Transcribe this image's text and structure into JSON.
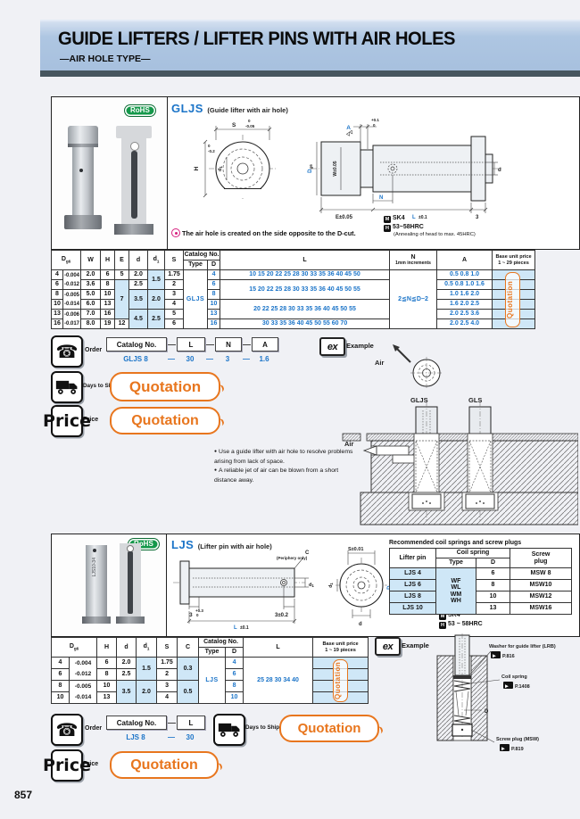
{
  "page": {
    "number": "857"
  },
  "header": {
    "title": "GUIDE LIFTERS / LIFTER PINS WITH AIR HOLES",
    "subtitle": "—AIR HOLE TYPE—"
  },
  "labels": {
    "rohs": "RoHS",
    "order": "Order",
    "days_to_ship": "Days to Ship",
    "price": "Price",
    "quotation": "Quotation",
    "example": "Example",
    "ex": "ex",
    "dash": "—",
    "air": "Air",
    "g6": "g6",
    "sub1": "1",
    "phone_icon": "☎"
  },
  "gljs": {
    "code": "GLJS",
    "desc": "(Guide lifter with air hole)",
    "mat_badge": "M",
    "material": "SK4",
    "hard_badge": "H",
    "hardness": "53~58HRC",
    "hardness_note": "(Annealing of head to max. 45HRC)",
    "note": "The air hole is created on the side opposite to the D-cut.",
    "dims": {
      "S": "S",
      "S_tol_top": "0",
      "S_tol_bot": "-0.05",
      "H": "H",
      "H_tol_top": "0",
      "H_tol_bot": "-0.2",
      "d1": "d",
      "D": "D",
      "W": "W±0.05",
      "A": "A",
      "A_tol_top": "+0.1",
      "A_tol_bot": "0",
      "E": "E±0.05",
      "N": "N",
      "L": "L",
      "L_tol": "±0.1",
      "three": "3",
      "d": "d",
      "finish": "▽▽"
    },
    "order": {
      "f": [
        "Catalog No.",
        "L",
        "N",
        "A"
      ],
      "e": [
        "GLJS 8",
        "30",
        "3",
        "1.6"
      ]
    },
    "notes": [
      "Use a guide lifter with air hole to resolve problems arising from lack of space.",
      "A reliable jet of air can be blown from a short distance away."
    ],
    "example": {
      "pin1": "GLJS",
      "pin2": "GLS",
      "air": "Air"
    },
    "table": {
      "h": {
        "D": "D",
        "W": "W",
        "H": "H",
        "E": "E",
        "d": "d",
        "d1": "d",
        "S": "S",
        "catalog": "Catalog No.",
        "type": "Type",
        "Dcol": "D",
        "L": "L",
        "N": "N",
        "Nsub": "1mm increments",
        "A": "A",
        "price1": "Base unit price",
        "price2": "1 ~ 29 pieces"
      },
      "type": "GLJS",
      "n": "2≦N≦D−2",
      "sizes": [
        "4",
        "6",
        "8",
        "10",
        "13",
        "16"
      ],
      "tols": [
        "-0.004",
        "-0.012",
        "-0.005",
        "-0.014",
        "-0.006",
        "-0.017"
      ],
      "W": [
        "2.0",
        "3.6",
        "5.0",
        "6.0",
        "7.0",
        "8.0"
      ],
      "Hv": [
        "6",
        "8",
        "10",
        "13",
        "16",
        "19"
      ],
      "E": [
        "5",
        "7",
        "12"
      ],
      "dv": [
        "2.0",
        "2.5",
        "3.5",
        "4.5"
      ],
      "d1v": [
        "1.5",
        "2.0",
        "2.5"
      ],
      "Sv": [
        "1.75",
        "2",
        "3",
        "4",
        "5",
        "6"
      ],
      "Dv": [
        "4",
        "6",
        "8",
        "10",
        "13",
        "16"
      ],
      "L": [
        "10 15 20 22 25 28 30 33 35 36 40 45 50",
        "15 20 22 25 28 30 33 35 36 40 45 50 55",
        "20 22 25 28 30 33 35 36 40 45 50 55",
        "30 33 35 36 40 45 50 55 60 70"
      ],
      "A": [
        "0.5  0.8  1.0",
        "0.5 0.8 1.0 1.6",
        "1.0  1.6  2.0",
        "1.6  2.0  2.5",
        "2.0  2.5  3.6",
        "2.0  2.5  4.0"
      ]
    }
  },
  "ljs": {
    "code": "LJS",
    "desc": "(Lifter pin with air hole)",
    "mat_badge": "M",
    "material": "SK4",
    "hard_badge": "H",
    "hardness": "53 ~ 58HRC",
    "photo_label": "LJS10-34",
    "dims": {
      "C": "C",
      "periphery": "(Periphery only)",
      "S": "S±0.01",
      "three_l": "3",
      "three_l_top": "+0.3",
      "three_l_bot": "0",
      "three_r": "3±0.2",
      "L": "L",
      "L_tol": "±0.1",
      "d1": "d",
      "D": "D",
      "H": "H",
      "H_tol": "0/-0.2",
      "d": "d"
    },
    "order": {
      "f": [
        "Catalog No.",
        "L"
      ],
      "e": [
        "LJS 8",
        "30"
      ]
    },
    "table": {
      "h": {
        "D": "D",
        "H": "H",
        "d": "d",
        "d1": "d",
        "S": "S",
        "C": "C",
        "catalog": "Catalog No.",
        "type": "Type",
        "Dcol": "D",
        "L": "L",
        "price1": "Base unit price",
        "price2": "1 ~ 19 pieces"
      },
      "type": "LJS",
      "sizes": [
        "4",
        "6",
        "8",
        "10"
      ],
      "tols": [
        "-0.004",
        "-0.012",
        "-0.005",
        "-0.014"
      ],
      "Hv": [
        "6",
        "8",
        "10",
        "13"
      ],
      "dv": [
        "2.0",
        "2.5",
        "3.5"
      ],
      "d1v": [
        "1.5",
        "2.0"
      ],
      "Sv": [
        "1.75",
        "2",
        "3",
        "4"
      ],
      "Cv": [
        "0.3",
        "0.5"
      ],
      "Dv": [
        "4",
        "6",
        "8",
        "10"
      ],
      "L": "25 28 30 34 40"
    },
    "coil": {
      "title": "Recommended coil springs and screw plugs",
      "h": {
        "pin": "Lifter pin",
        "spring": "Coil spring",
        "type": "Type",
        "D": "D",
        "plug1": "Screw",
        "plug2": "plug"
      },
      "types": [
        "WF",
        "WL",
        "WM",
        "WH"
      ],
      "pins": [
        "LJS 4",
        "LJS 6",
        "LJS 8",
        "LJS 10"
      ],
      "Dv": [
        "6",
        "8",
        "10",
        "13"
      ],
      "plugs": [
        "MSW 8",
        "MSW10",
        "MSW12",
        "MSW16"
      ]
    },
    "example": {
      "washer": "Washer for guide lifter (LRB)",
      "washer_ref": "P.816",
      "coil": "Coil spring",
      "coil_ref": "P.1408",
      "D": "D",
      "plug": "Screw plug (MSW)",
      "plug_ref": "P.819"
    }
  }
}
